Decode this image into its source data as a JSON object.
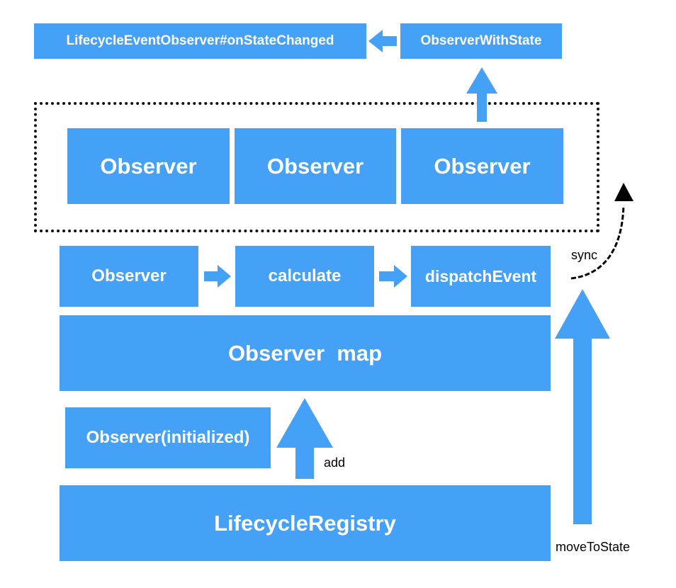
{
  "colors": {
    "box_fill": "#45a1f5",
    "arrow_fill": "#45a1f5",
    "text_on_box": "#ffffff",
    "label_text": "#000000",
    "dotted_border": "#111111"
  },
  "top_row": {
    "callback_box": "LifecycleEventObserver#onStateChanged",
    "wrapper_box": "ObserverWithState"
  },
  "observer_group": {
    "items": [
      "Observer",
      "Observer",
      "Observer"
    ]
  },
  "process_row": {
    "step1": "Observer",
    "step2": "calculate",
    "step3": "dispatchEvent"
  },
  "map_box": "Observer  map",
  "initialized_box": "Observer(initialized)",
  "registry_box": "LifecycleRegistry",
  "labels": {
    "add": "add",
    "sync": "sync",
    "move_to_state": "moveToState"
  }
}
